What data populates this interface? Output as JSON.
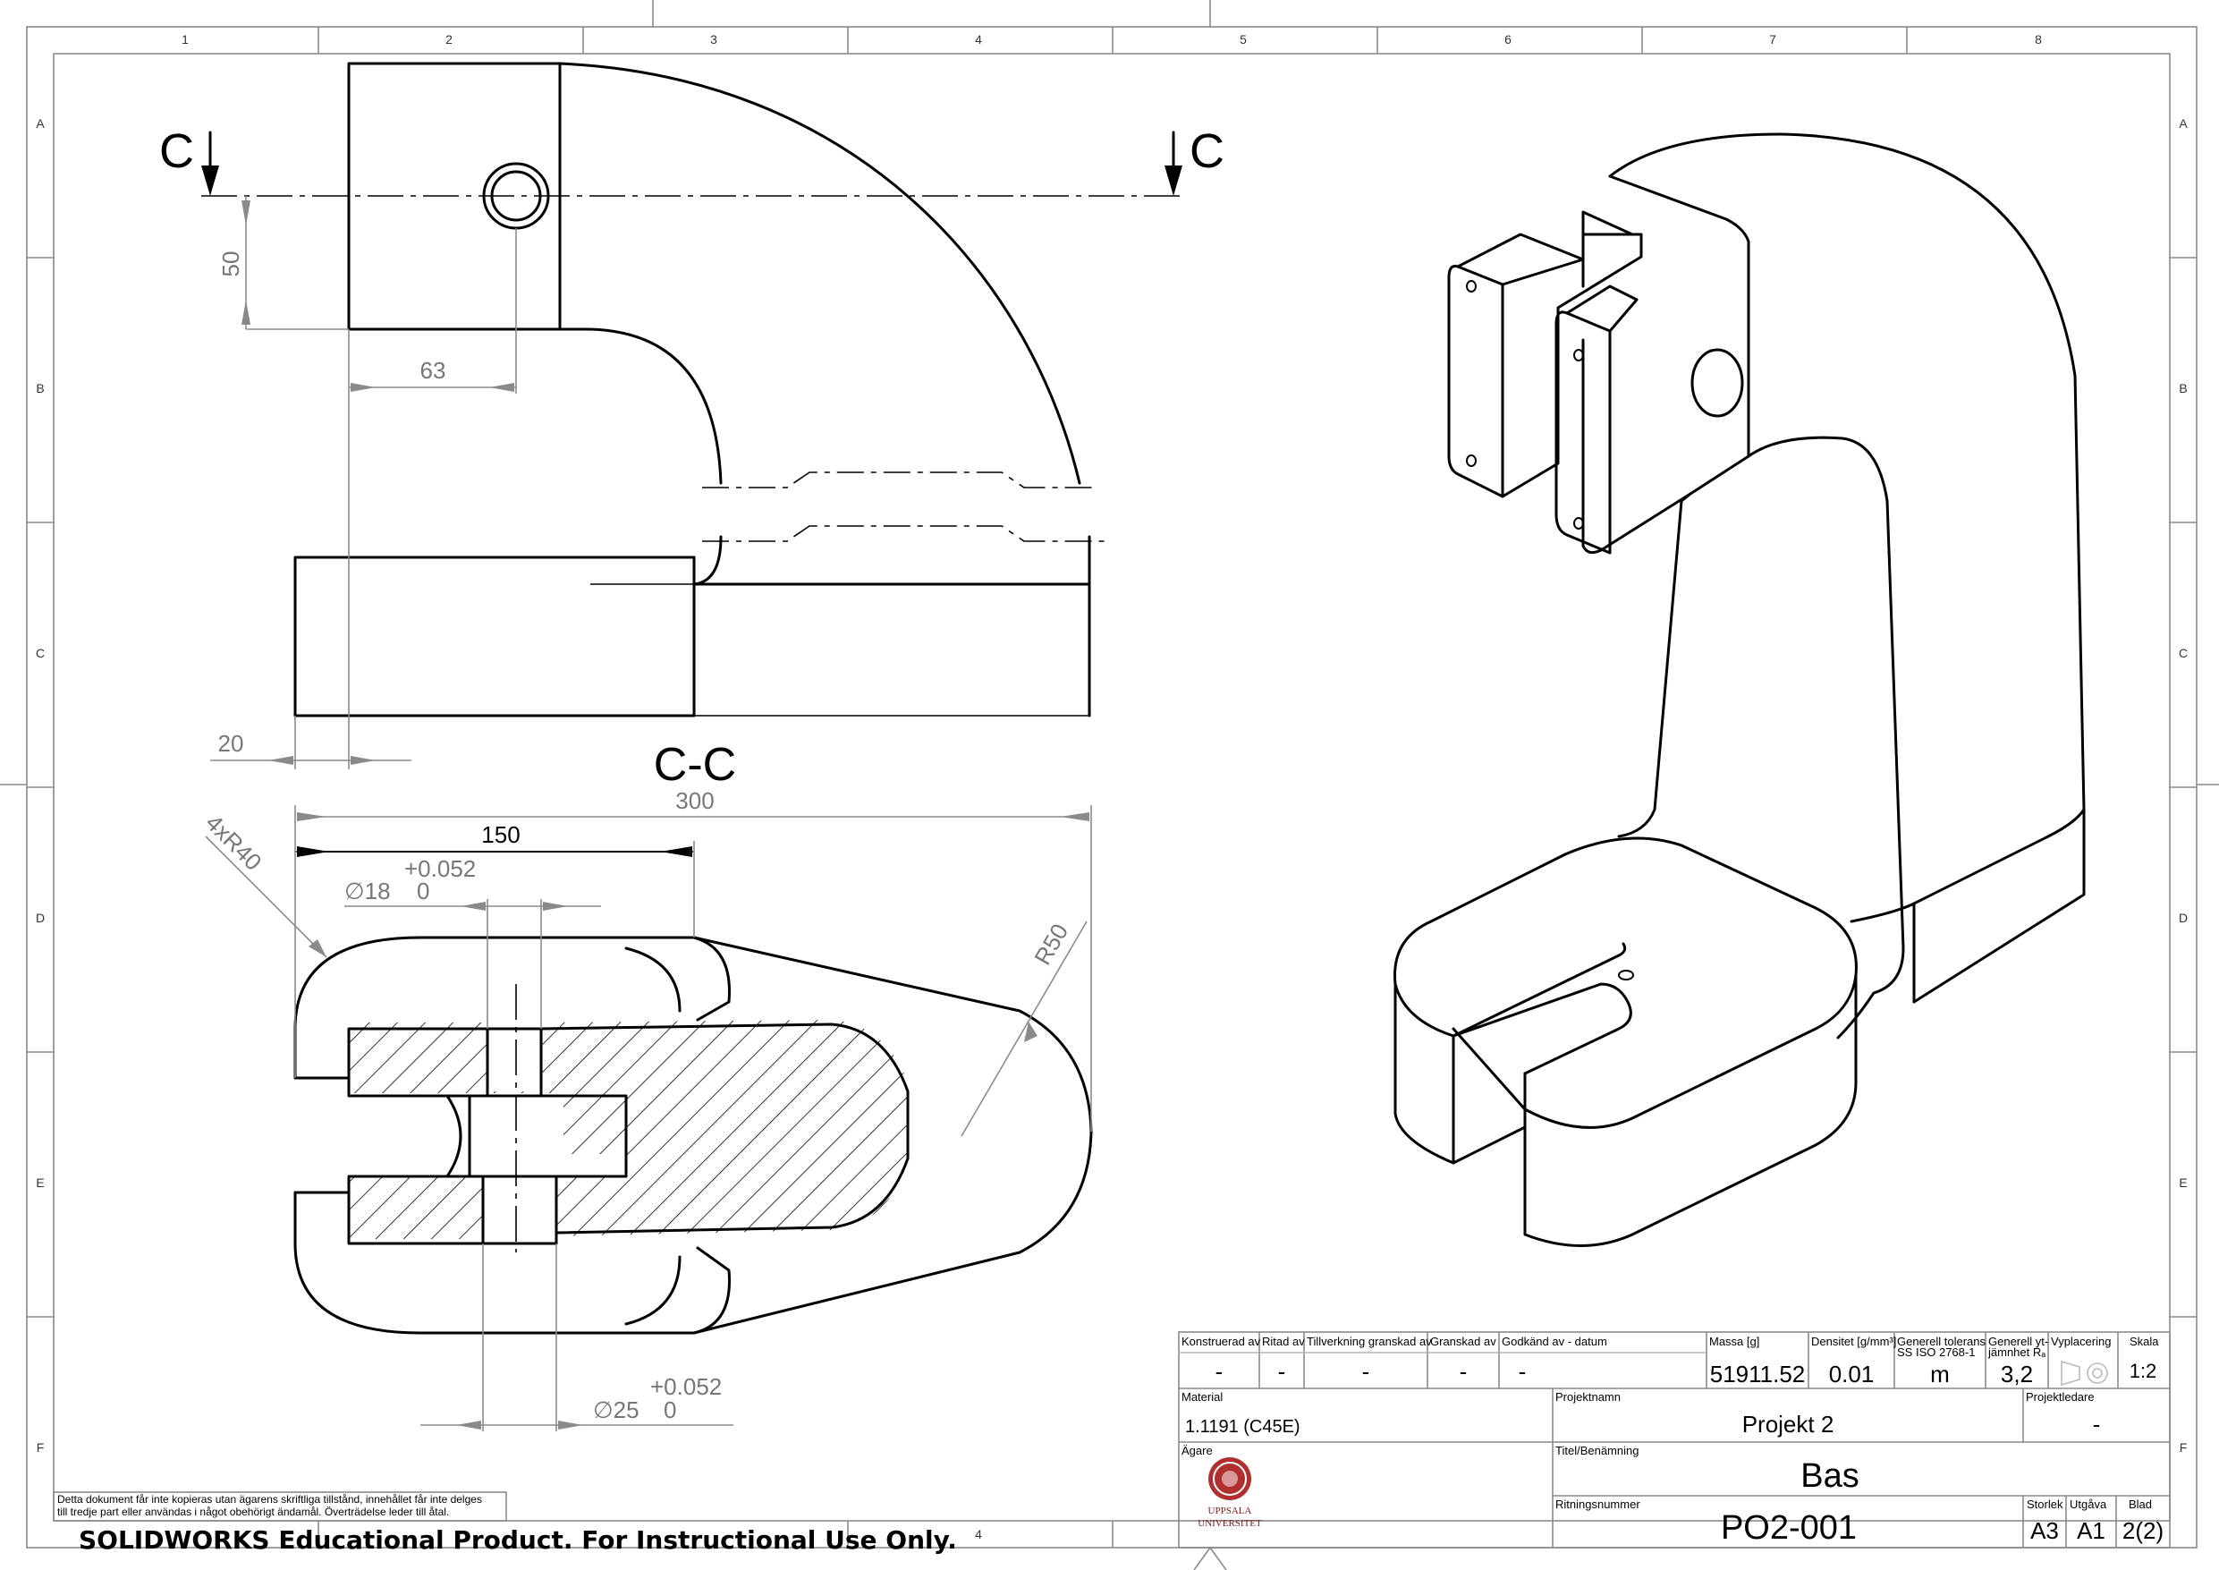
{
  "zones": {
    "columns": [
      "1",
      "2",
      "3",
      "4",
      "5",
      "6",
      "7",
      "8"
    ],
    "bottom_label": "4",
    "rows": [
      "A",
      "B",
      "C",
      "D",
      "E",
      "F"
    ]
  },
  "section": {
    "marker": "C",
    "title": "C-C"
  },
  "dimensions": {
    "d50": "50",
    "d63": "63",
    "d20": "20",
    "d300": "300",
    "d150": "150",
    "r4x40": "4xR40",
    "r50": "R50",
    "hole18_dia": "∅18",
    "hole18_tol_upper": "+0.052",
    "hole18_tol_lower": "0",
    "hole25_dia": "∅25",
    "hole25_tol_upper": "+0.052",
    "hole25_tol_lower": "0"
  },
  "title_block": {
    "konstruerad_label": "Konstruerad av",
    "konstruerad_value": "-",
    "ritad_label": "Ritad av",
    "ritad_value": "-",
    "tillverkning_label": "Tillverkning granskad av",
    "tillverkning_value": "-",
    "granskad_label": "Granskad av",
    "granskad_value": "-",
    "godkand_label": "Godkänd av  - datum",
    "godkand_value": "-",
    "massa_label": "Massa [g]",
    "massa_value": "51911.52",
    "densitet_label": "Densitet [g/mm³]",
    "densitet_value": "0.01",
    "tolerans_label_1": "Generell tolerans",
    "tolerans_label_2": "SS ISO 2768-1",
    "tolerans_value": "m",
    "ytjamnhet_label_1": "Generell yt-",
    "ytjamnhet_label_2": "jämnhet Rₐ",
    "ytjamnhet_value": "3,2",
    "vyplacering_label": "Vyplacering",
    "skala_label": "Skala",
    "skala_value": "1:2",
    "material_label": "Material",
    "material_value": "1.1191 (C45E)",
    "projektnamn_label": "Projektnamn",
    "projektnamn_value": "Projekt 2",
    "projektledare_label": "Projektledare",
    "projektledare_value": "-",
    "agare_label": "Ägare",
    "logo_line1": "UPPSALA",
    "logo_line2": "UNIVERSITET",
    "titel_label": "Titel/Benämning",
    "titel_value": "Bas",
    "ritningsnummer_label": "Ritningsnummer",
    "ritningsnummer_value": "PO2-001",
    "storlek_label": "Storlek",
    "storlek_value": "A3",
    "utgava_label": "Utgåva",
    "utgava_value": "A1",
    "blad_label": "Blad",
    "blad_value": "2(2)"
  },
  "notice": {
    "line1": "Detta dokument får inte kopieras utan ägarens skriftliga tillstånd, innehållet får inte delges",
    "line2": "till tredje part eller användas i något obehörigt ändamål. Överträdelse leder till åtal."
  },
  "watermark": "SOLIDWORKS Educational Product. For Instructional Use Only."
}
